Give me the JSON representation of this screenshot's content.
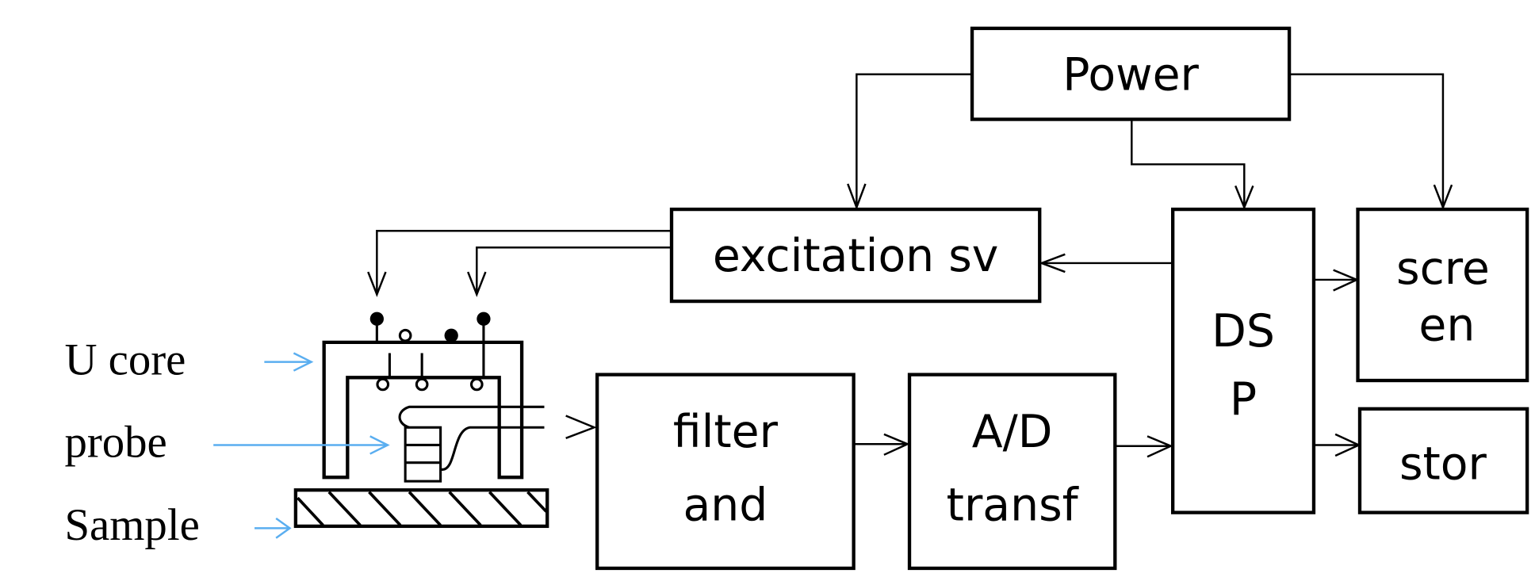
{
  "diagram": {
    "type": "block-diagram",
    "blocks": {
      "power": {
        "label": "Power"
      },
      "excitation": {
        "label": "excitation sv"
      },
      "dsp": {
        "lines": [
          "DS",
          "P"
        ]
      },
      "screen": {
        "lines": [
          "scre",
          "en"
        ]
      },
      "storage": {
        "label": "stor"
      },
      "filter": {
        "lines": [
          "filter",
          "and"
        ]
      },
      "adc": {
        "lines": [
          "A/D",
          "transf"
        ]
      }
    },
    "side_labels": {
      "u_core": "U core",
      "probe": "probe",
      "sample": "Sample"
    },
    "connections": [
      {
        "from": "power",
        "to": "excitation"
      },
      {
        "from": "power",
        "to": "dsp"
      },
      {
        "from": "power",
        "to": "screen"
      },
      {
        "from": "dsp",
        "to": "excitation"
      },
      {
        "from": "excitation",
        "to": "u_core"
      },
      {
        "from": "probe",
        "to": "filter"
      },
      {
        "from": "filter",
        "to": "adc"
      },
      {
        "from": "adc",
        "to": "dsp"
      },
      {
        "from": "dsp",
        "to": "screen"
      },
      {
        "from": "dsp",
        "to": "storage"
      }
    ],
    "colors": {
      "line": "#000000",
      "annotation_arrow": "#5aaef0",
      "background": "#ffffff"
    }
  }
}
